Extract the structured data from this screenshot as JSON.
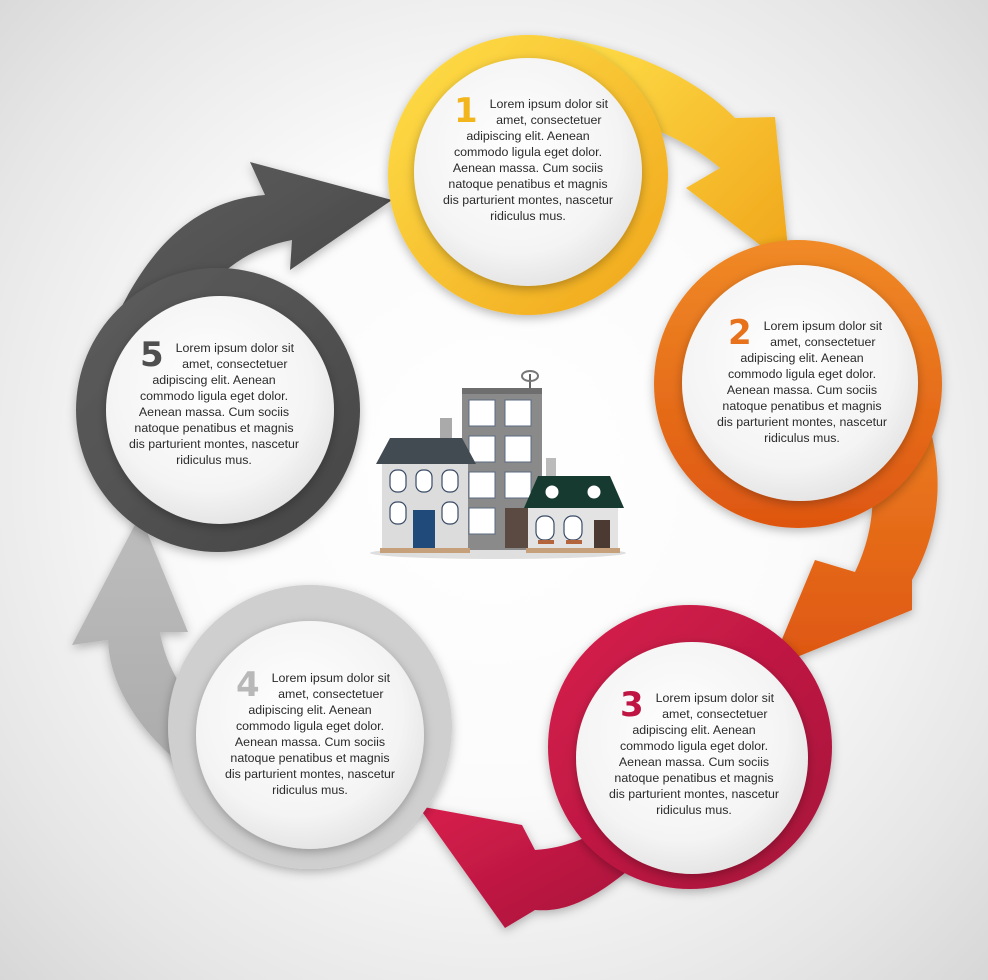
{
  "steps": [
    {
      "number": "1",
      "text": "Lorem ipsum dolor sit amet, consectetuer adipiscing elit. Aenean commodo ligula eget dolor. Aenean massa. Cum sociis natoque penatibus et magnis dis parturient montes, nascetur ridiculus mus.",
      "color": "#f2b51b"
    },
    {
      "number": "2",
      "text": "Lorem ipsum dolor sit amet, consectetuer adipiscing elit. Aenean commodo ligula eget dolor. Aenean massa. Cum sociis natoque penatibus et magnis dis parturient montes, nascetur ridiculus mus.",
      "color": "#e8711c"
    },
    {
      "number": "3",
      "text": "Lorem ipsum dolor sit amet, consectetuer adipiscing elit. Aenean commodo ligula eget dolor. Aenean massa. Cum sociis natoque penatibus et magnis dis parturient montes, nascetur ridiculus mus.",
      "color": "#bf1542"
    },
    {
      "number": "4",
      "text": "Lorem ipsum dolor sit amet, consectetuer adipiscing elit. Aenean commodo ligula eget dolor. Aenean massa. Cum sociis natoque penatibus et magnis dis parturient montes, nascetur ridiculus mus.",
      "color": "#b8b8b8"
    },
    {
      "number": "5",
      "text": "Lorem ipsum dolor sit amet, consectetuer adipiscing elit. Aenean commodo ligula eget dolor. Aenean massa. Cum sociis natoque penatibus et magnis dis parturient montes, nascetur ridiculus mus.",
      "color": "#4f4f4f"
    }
  ],
  "icons": {
    "center": "city-buildings-icon"
  }
}
